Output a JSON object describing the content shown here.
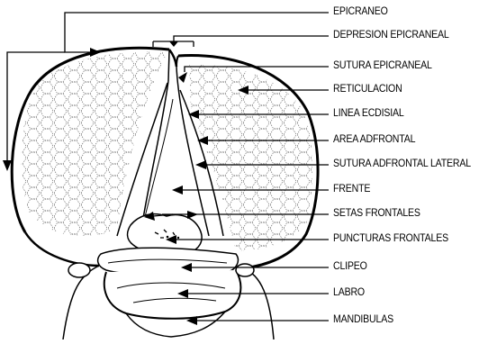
{
  "diagram": {
    "labels": [
      {
        "key": "epicraneo",
        "text": "EPICRANEO"
      },
      {
        "key": "depresion",
        "text": "DEPRESION EPICRANEAL"
      },
      {
        "key": "sutura_epi",
        "text": "SUTURA EPICRANEAL"
      },
      {
        "key": "reticulacion",
        "text": "RETICULACION"
      },
      {
        "key": "linea",
        "text": "LINEA ECDISIAL"
      },
      {
        "key": "area",
        "text": "AREA ADFRONTAL"
      },
      {
        "key": "sutura_adf",
        "text": "SUTURA ADFRONTAL LATERAL"
      },
      {
        "key": "frente",
        "text": "FRENTE"
      },
      {
        "key": "setas",
        "text": "SETAS FRONTALES"
      },
      {
        "key": "puncturas",
        "text": "PUNCTURAS FRONTALES"
      },
      {
        "key": "clipeo",
        "text": "CLIPEO"
      },
      {
        "key": "labro",
        "text": "LABRO"
      },
      {
        "key": "mandibulas",
        "text": "MANDIBULAS"
      }
    ]
  }
}
